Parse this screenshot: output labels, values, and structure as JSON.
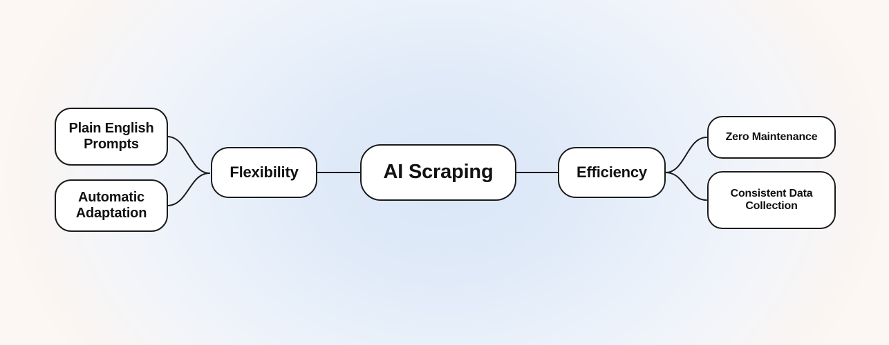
{
  "diagram": {
    "root": {
      "label": "AI Scraping"
    },
    "branches": [
      {
        "label": "Flexibility",
        "side": "left",
        "children": [
          {
            "label": "Plain English Prompts"
          },
          {
            "label": "Automatic Adaptation"
          }
        ]
      },
      {
        "label": "Efficiency",
        "side": "right",
        "children": [
          {
            "label": "Zero Maintenance"
          },
          {
            "label": "Consistent Data Collection"
          }
        ]
      }
    ],
    "colors": {
      "node_background": "#ffffff",
      "node_border": "#1a1a1a",
      "node_text": "#111111",
      "connector": "#1a1a1a",
      "background_center": "#d9e6f7",
      "background_corner": "#fcf7f3"
    }
  }
}
